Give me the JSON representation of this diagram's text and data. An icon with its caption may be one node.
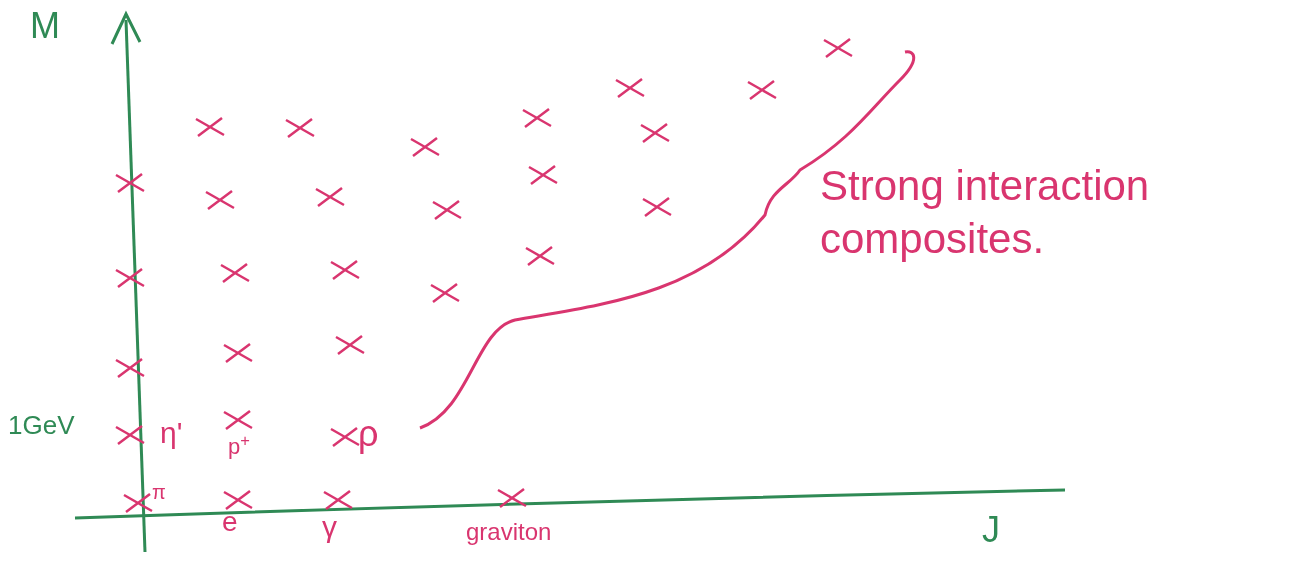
{
  "diagram": {
    "labels": [
      "M",
      "1GeV",
      "η'",
      "p$^{+}$",
      "ρ",
      "π",
      "e",
      "γ",
      "graviton",
      "J",
      "Strong interaction composites."
    ]
  }
}
